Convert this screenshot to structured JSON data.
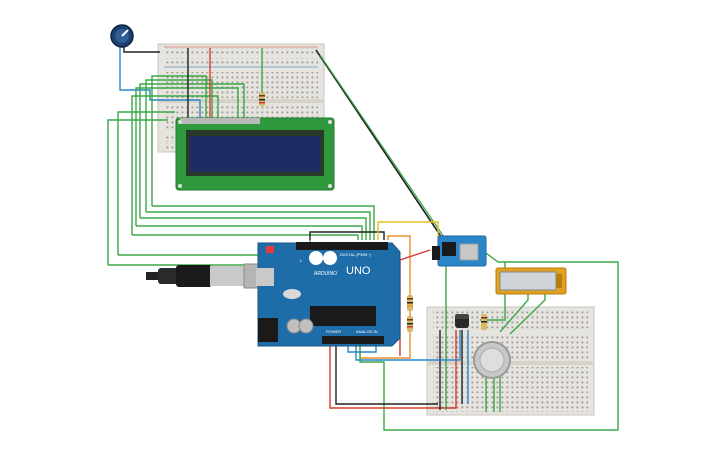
{
  "arduino": {
    "brand": "UNO",
    "logo_text": "ARDUINO",
    "digital_label": "DIGITAL (PWM~)",
    "power_label": "POWER",
    "analog_label": "ANALOG IN",
    "led_label": "L"
  },
  "colors": {
    "board_blue": "#1f6da8",
    "wire_green": "#3aa845",
    "wire_red": "#d63a2f",
    "wire_black": "#222222",
    "wire_orange": "#e8902b",
    "wire_yellow": "#e8c020",
    "wire_blue": "#2a86c9",
    "lcd_frame": "#2f9a3d",
    "lcd_screen": "#1e2c63",
    "breadboard": "#e8e6e0",
    "relay_frame": "#e0a020"
  },
  "icons": {
    "potentiometer": "potentiometer-knob-icon",
    "usb": "usb-cable-icon",
    "lcd": "lcd-16x2-display",
    "esp": "esp8266-wifi-module",
    "sensor": "gas-sensor-icon"
  }
}
